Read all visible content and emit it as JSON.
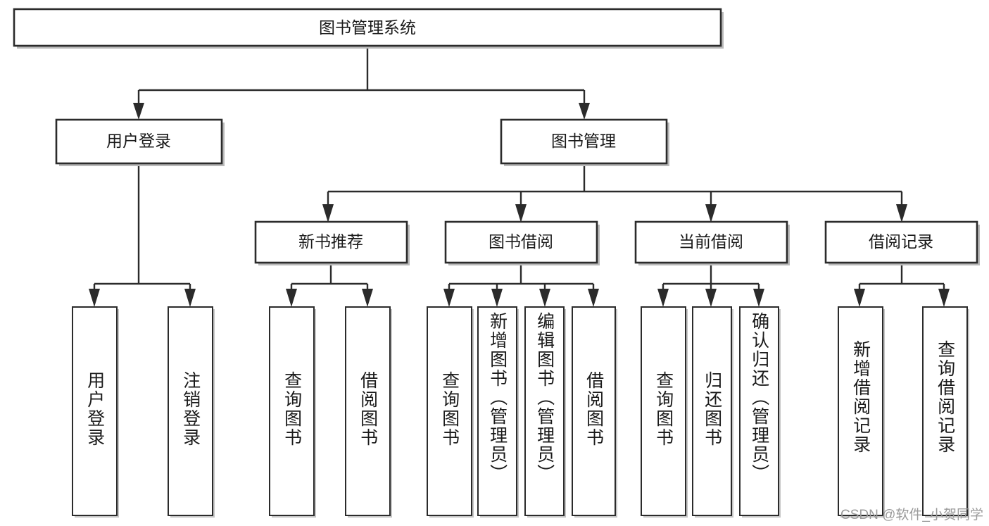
{
  "diagram": {
    "type": "tree-hierarchy",
    "title": "图书管理系统",
    "watermark": "CSDN @软件_小贺同学",
    "colors": {
      "box_border": "#2b2b2b",
      "box_fill": "#ffffff",
      "connector": "#2b2b2b",
      "background": "#ffffff",
      "watermark": "#9a9a9a"
    },
    "root": {
      "label": "图书管理系统"
    },
    "level2": [
      {
        "label": "用户登录"
      },
      {
        "label": "图书管理"
      }
    ],
    "level3": [
      {
        "label": "新书推荐"
      },
      {
        "label": "图书借阅"
      },
      {
        "label": "当前借阅"
      },
      {
        "label": "借阅记录"
      }
    ],
    "leaves": {
      "user_login": [
        {
          "label": "用户登录"
        },
        {
          "label": "注销登录"
        }
      ],
      "new_book_recommend": [
        {
          "label": "查询图书"
        },
        {
          "label": "借阅图书"
        }
      ],
      "book_borrow": [
        {
          "label": "查询图书"
        },
        {
          "label": "新增图书（管理员）"
        },
        {
          "label": "编辑图书（管理员）"
        },
        {
          "label": "借阅图书"
        }
      ],
      "current_borrow": [
        {
          "label": "查询图书"
        },
        {
          "label": "归还图书"
        },
        {
          "label": "确认归还（管理员）"
        }
      ],
      "borrow_record": [
        {
          "label": "新增借阅记录"
        },
        {
          "label": "查询借阅记录"
        }
      ]
    }
  }
}
